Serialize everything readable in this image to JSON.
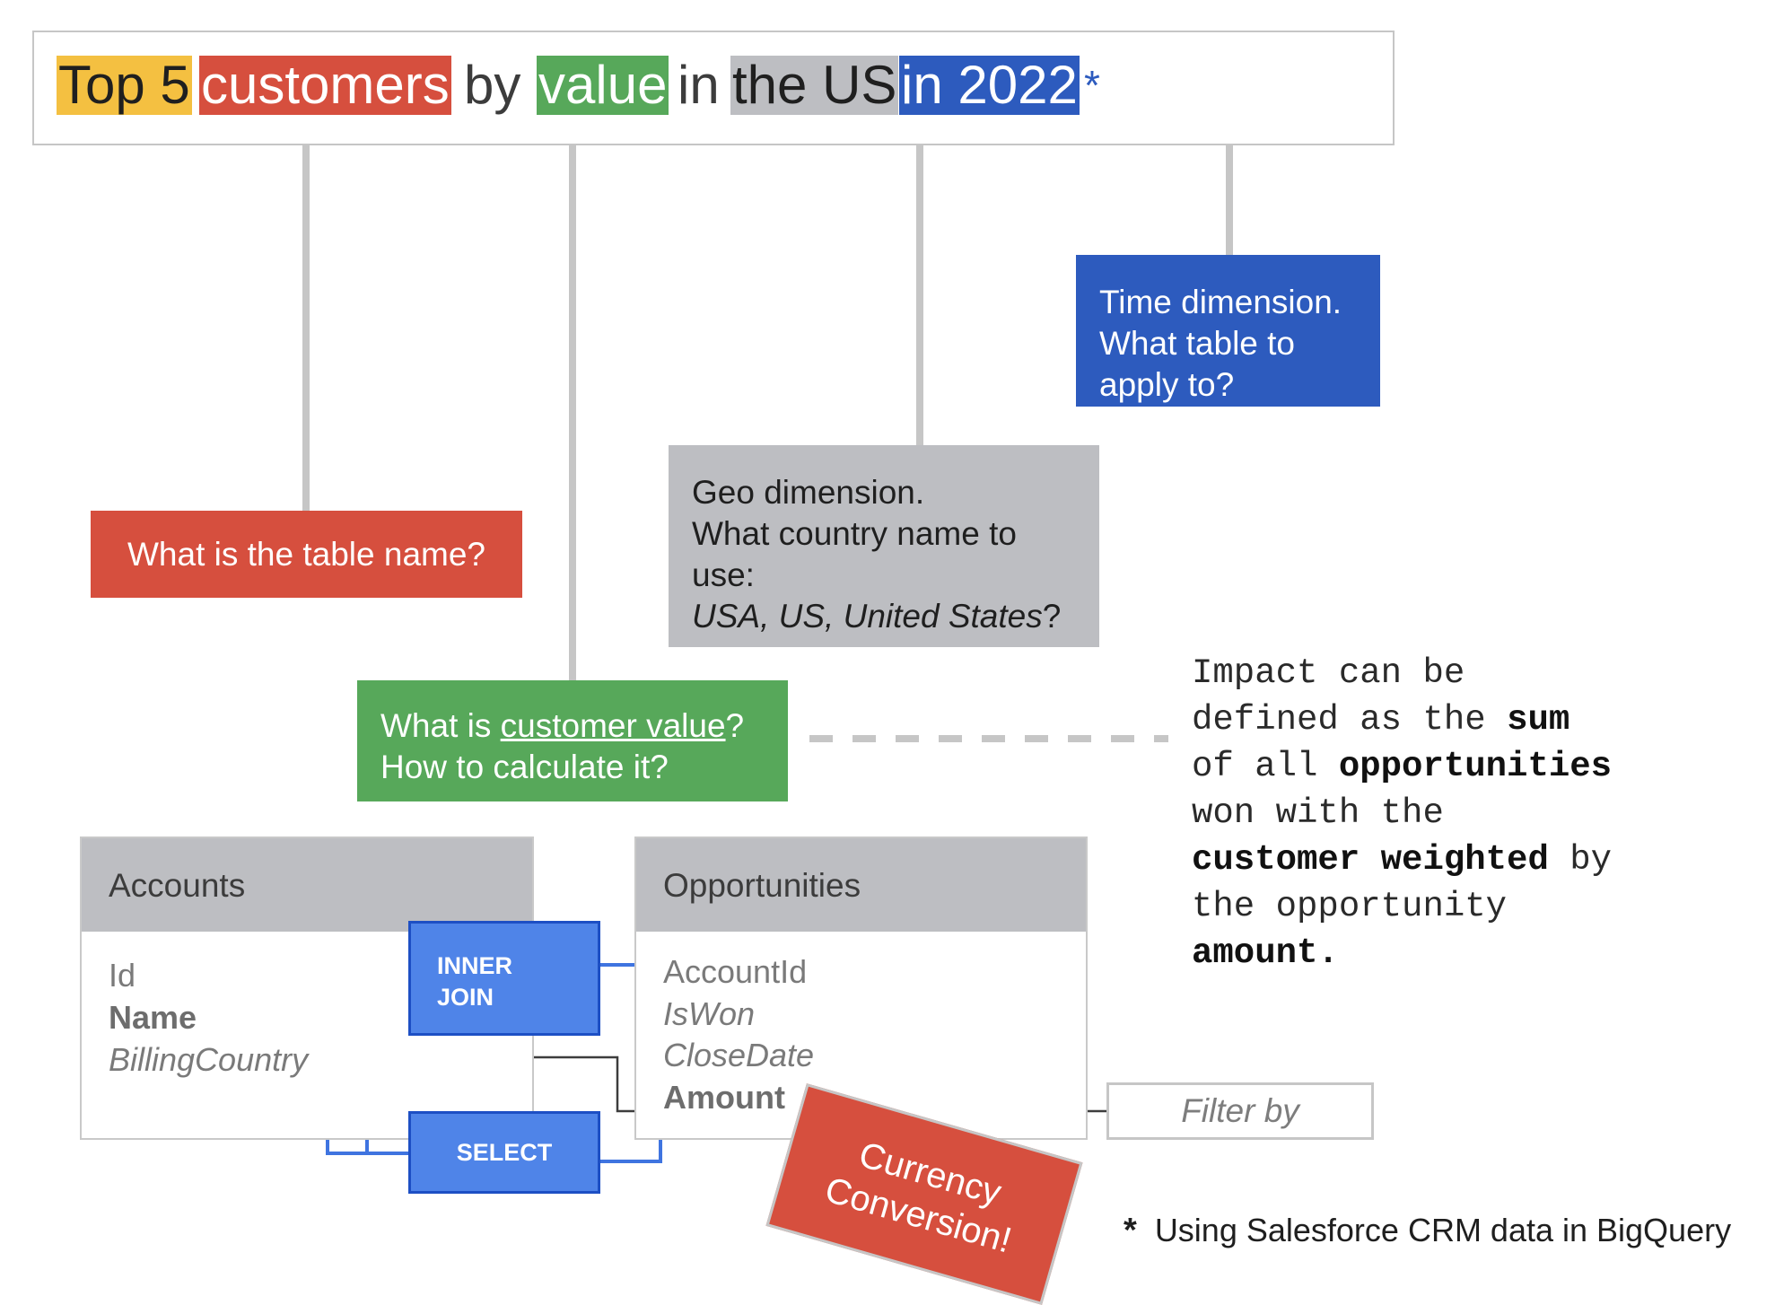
{
  "headline": {
    "w1": "Top 5",
    "w2": "customers",
    "w3": "by",
    "w4": "value",
    "w5": "in",
    "w6": "the US",
    "w7": "in 2022",
    "w8": "*"
  },
  "callouts": {
    "table_name": "What is the table name?",
    "geo": {
      "line1": "Geo dimension.",
      "line2": "What country name to",
      "line3": "use:",
      "line4_italic": "USA, US, United States",
      "line4_end": "?"
    },
    "time": {
      "line1": "Time dimension.",
      "line2": "What table to",
      "line3": "apply to?"
    },
    "value": {
      "line1_start": "What is ",
      "line1_link": "customer value",
      "line1_end": "?",
      "line2": "How to calculate it?"
    }
  },
  "impact_note": {
    "p1": "Impact can be\ndefined as the ",
    "b1": "sum",
    "p2": "\nof all ",
    "b2": "opportunities",
    "p3": "\nwon with the\n",
    "b3": "customer weighted",
    "p4": " by\nthe opportunity\n",
    "b4": "amount."
  },
  "accounts": {
    "title": "Accounts",
    "fields": [
      "Id",
      "Name",
      "BillingCountry"
    ]
  },
  "opportunities": {
    "title": "Opportunities",
    "fields": [
      "AccountId",
      "IsWon",
      "CloseDate",
      "Amount"
    ]
  },
  "operations": {
    "join_line1": "INNER",
    "join_line2": "JOIN",
    "select": "SELECT",
    "filter": "Filter by",
    "currency_line1": "Currency",
    "currency_line2": "Conversion!"
  },
  "footnote": {
    "star": "*",
    "text": "Using Salesforce CRM data in BigQuery"
  },
  "colors": {
    "yellow": "#f4c041",
    "red": "#d64f3e",
    "green": "#57a85a",
    "gray": "#bdbec2",
    "blue": "#2d5bbe",
    "link_blue": "#3f74e0"
  }
}
